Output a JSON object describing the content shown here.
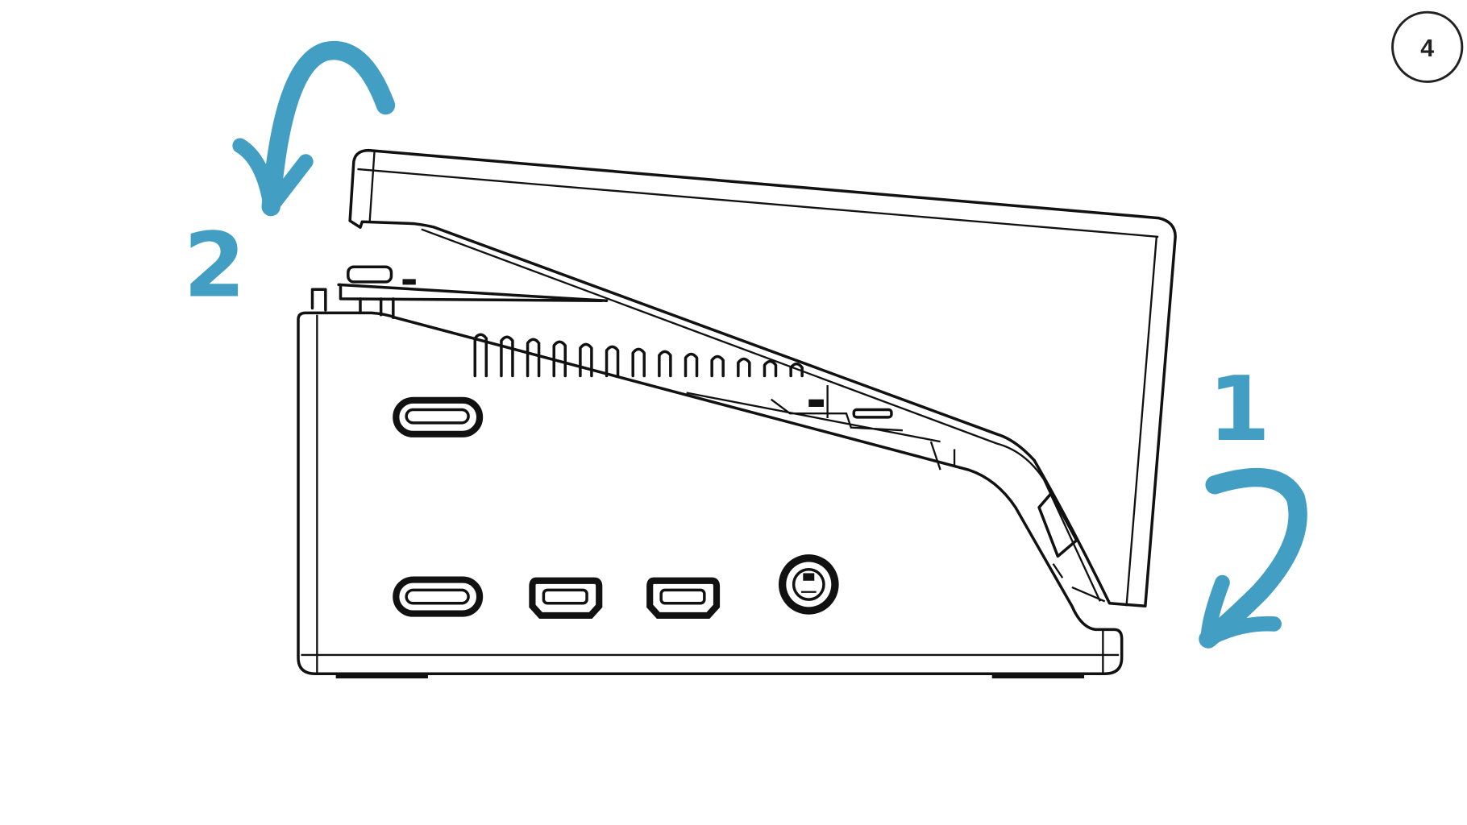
{
  "step_badge": {
    "number": "4"
  },
  "annotations": {
    "top_left_label": "2",
    "right_label_first": "1",
    "right_label_second": "2"
  },
  "colors": {
    "accent": "#429ec3",
    "line": "#111111"
  },
  "icons": [
    "rotate-arrow-icon",
    "curved-arrow-icon",
    "step-badge-circle"
  ]
}
